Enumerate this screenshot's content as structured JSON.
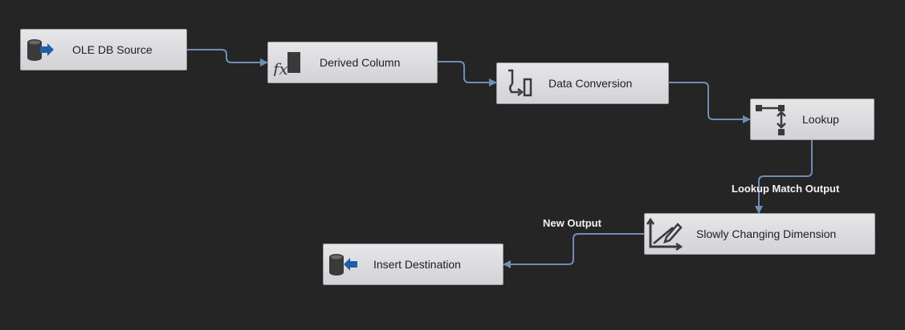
{
  "diagram": {
    "nodes": [
      {
        "id": "ole-db-source",
        "label": "OLE DB Source",
        "icon": "database-source-icon"
      },
      {
        "id": "derived-column",
        "label": "Derived Column",
        "icon": "fx-icon"
      },
      {
        "id": "data-conversion",
        "label": "Data Conversion",
        "icon": "data-conversion-icon"
      },
      {
        "id": "lookup",
        "label": "Lookup",
        "icon": "lookup-icon"
      },
      {
        "id": "slowly-changing-dimension",
        "label": "Slowly Changing Dimension",
        "icon": "scd-icon"
      },
      {
        "id": "insert-destination",
        "label": "Insert Destination",
        "icon": "database-destination-icon"
      }
    ],
    "edges": [
      {
        "from": "ole-db-source",
        "to": "derived-column",
        "label": ""
      },
      {
        "from": "derived-column",
        "to": "data-conversion",
        "label": ""
      },
      {
        "from": "data-conversion",
        "to": "lookup",
        "label": ""
      },
      {
        "from": "lookup",
        "to": "slowly-changing-dimension",
        "label": "Lookup Match Output"
      },
      {
        "from": "slowly-changing-dimension",
        "to": "insert-destination",
        "label": "New Output"
      }
    ]
  },
  "colors": {
    "background": "#252526",
    "connector": "#6f8db4",
    "node_fill": "#dcdce0",
    "label_text": "#f2f2f2"
  }
}
